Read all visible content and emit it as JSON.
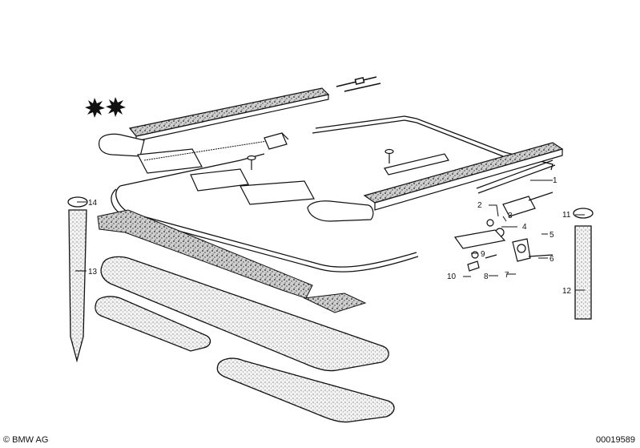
{
  "callouts": [
    {
      "id": "c1",
      "text": "1"
    },
    {
      "id": "c2",
      "text": "2"
    },
    {
      "id": "c3",
      "text": "3"
    },
    {
      "id": "c4",
      "text": "4"
    },
    {
      "id": "c5",
      "text": "5"
    },
    {
      "id": "c6",
      "text": "6"
    },
    {
      "id": "c7",
      "text": "7"
    },
    {
      "id": "c8",
      "text": "8"
    },
    {
      "id": "c9",
      "text": "9"
    },
    {
      "id": "c10",
      "text": "10"
    },
    {
      "id": "c11",
      "text": "11"
    },
    {
      "id": "c12",
      "text": "12"
    },
    {
      "id": "c13",
      "text": "13"
    },
    {
      "id": "c14",
      "text": "14"
    }
  ],
  "footer": {
    "copyright": "© BMW AG",
    "doc_number": "00019589"
  },
  "colors": {
    "ink": "#111111",
    "paper": "#ffffff",
    "felt": "#d9d9d9"
  }
}
